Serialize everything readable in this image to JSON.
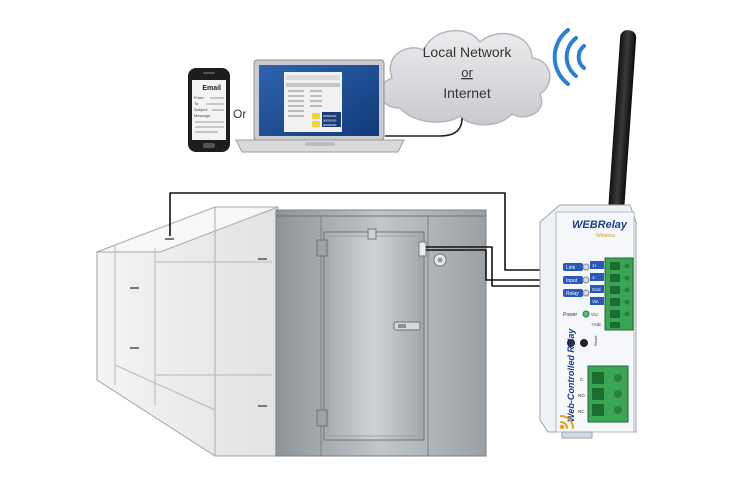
{
  "cloud": {
    "line1": "Local Network",
    "line2": "or",
    "line3": "Internet"
  },
  "devices": {
    "or_label": "Or",
    "phone_screen_title": "Email",
    "phone_fields": [
      "From:",
      "To:",
      "Subject:",
      "Message:"
    ],
    "laptop_value_labels": [
      "00000000",
      "00000000",
      "00000000"
    ]
  },
  "relay": {
    "brand": "WEBRelay",
    "brand_sub": "Wireless",
    "vertical_label": "Web-Controlled Relay",
    "indicators": [
      "Link",
      "Input",
      "Relay"
    ],
    "power_label": "Power",
    "terminals_top": [
      "1+",
      "1-",
      "Gnd",
      "Vin"
    ],
    "terminals_power": [
      "Vcc",
      "+Vdc"
    ],
    "terminals_bottom": [
      "C",
      "NO",
      "NC"
    ],
    "reset_label": "Reset"
  },
  "colors": {
    "wire_black": "#111111",
    "wire_blue": "#1f3fbf",
    "wire_red": "#d01c1c",
    "terminal_green": "#3aa655",
    "cloud_fill": "#dcdde1",
    "wifi_blue": "#2a7fd6"
  }
}
